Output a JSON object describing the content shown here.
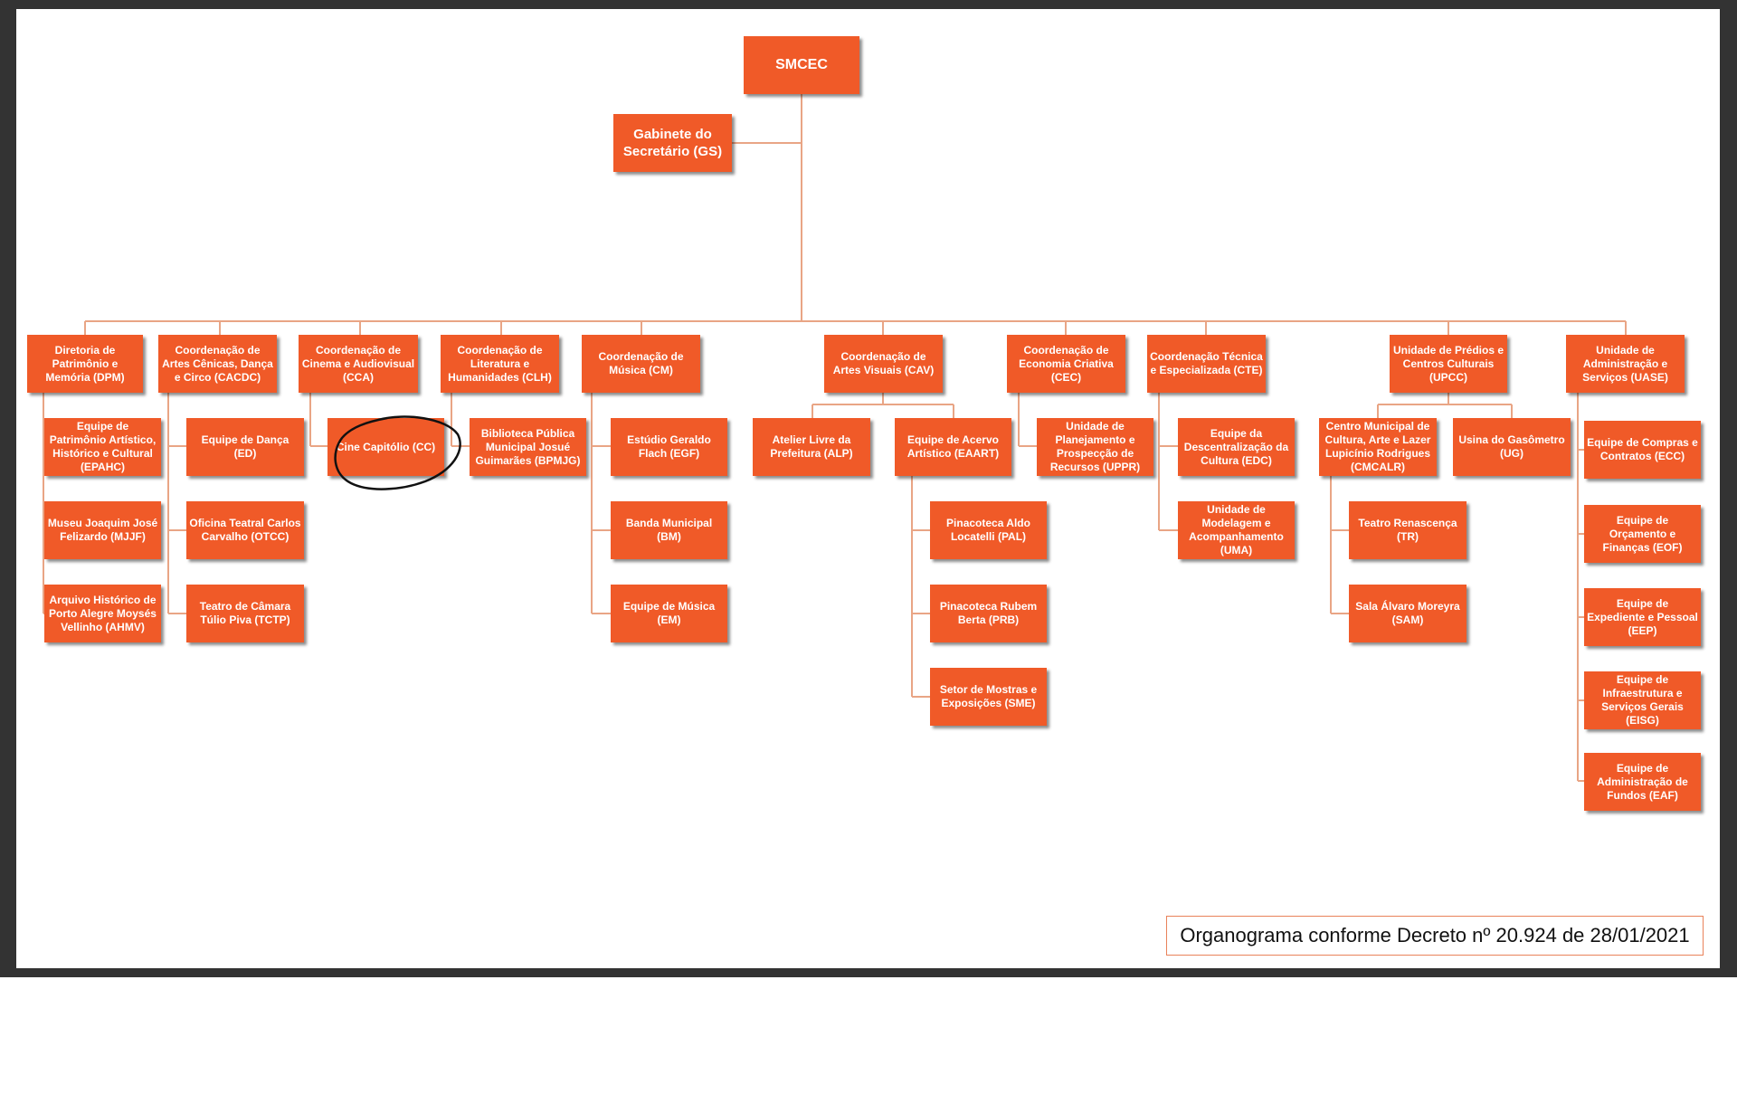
{
  "diagram": {
    "root": "SMCEC",
    "cabinet": "Gabinete do Secretário (GS)",
    "caption": "Organograma conforme Decreto nº 20.924 de 28/01/2021",
    "units": [
      {
        "label": "Diretoria de Patrimônio e Memória (DPM)",
        "children": [
          "Equipe de Patrimônio Artístico, Histórico e Cultural (EPAHC)",
          "Museu Joaquim José Felizardo (MJJF)",
          "Arquivo Histórico de Porto Alegre Moysés Vellinho (AHMV)"
        ]
      },
      {
        "label": "Coordenação de Artes Cênicas, Dança e Circo (CACDC)",
        "children": [
          "Equipe de Dança (ED)",
          "Oficina Teatral Carlos Carvalho (OTCC)",
          "Teatro de Câmara Túlio Piva (TCTP)"
        ]
      },
      {
        "label": "Coordenação de Cinema e Audiovisual (CCA)",
        "children": [
          "Cine Capitólio (CC)"
        ]
      },
      {
        "label": "Coordenação de Literatura e Humanidades (CLH)",
        "children": [
          "Biblioteca Pública Municipal Josué Guimarães (BPMJG)"
        ]
      },
      {
        "label": "Coordenação de Música (CM)",
        "children": [
          "Estúdio Geraldo Flach (EGF)",
          "Banda Municipal (BM)",
          "Equipe de Música (EM)"
        ]
      },
      {
        "label": "Coordenação de Artes Visuais (CAV)",
        "children": [
          "Atelier Livre da Prefeitura (ALP)",
          "Equipe de Acervo Artístico (EAART)",
          "Pinacoteca Aldo Locatelli (PAL)",
          "Pinacoteca Rubem Berta (PRB)",
          "Setor de Mostras e Exposições (SME)"
        ]
      },
      {
        "label": "Coordenação de Economia Criativa (CEC)",
        "children": [
          "Unidade de Planejamento e Prospecção de Recursos (UPPR)"
        ]
      },
      {
        "label": "Coordenação Técnica e Especializada (CTE)",
        "children": [
          "Equipe da Descentralização da Cultura (EDC)",
          "Unidade de Modelagem e Acompanhamento (UMA)"
        ]
      },
      {
        "label": "Unidade de Prédios e Centros Culturais (UPCC)",
        "children": [
          "Centro Municipal de Cultura, Arte e Lazer Lupicínio Rodrigues (CMCALR)",
          "Usina do Gasômetro (UG)",
          "Teatro Renascença (TR)",
          "Sala Álvaro Moreyra (SAM)"
        ]
      },
      {
        "label": "Unidade de Administração e Serviços (UASE)",
        "children": [
          "Equipe de Compras e Contratos (ECC)",
          "Equipe de Orçamento e Finanças (EOF)",
          "Equipe de Expediente e Pessoal (EEP)",
          "Equipe de Infraestrutura e Serviços Gerais (EISG)",
          "Equipe de Administração de Fundos (EAF)"
        ]
      }
    ]
  },
  "colors": {
    "box": "#f05a28",
    "connector": "#e9a585",
    "highlight_ring": "#111111"
  }
}
